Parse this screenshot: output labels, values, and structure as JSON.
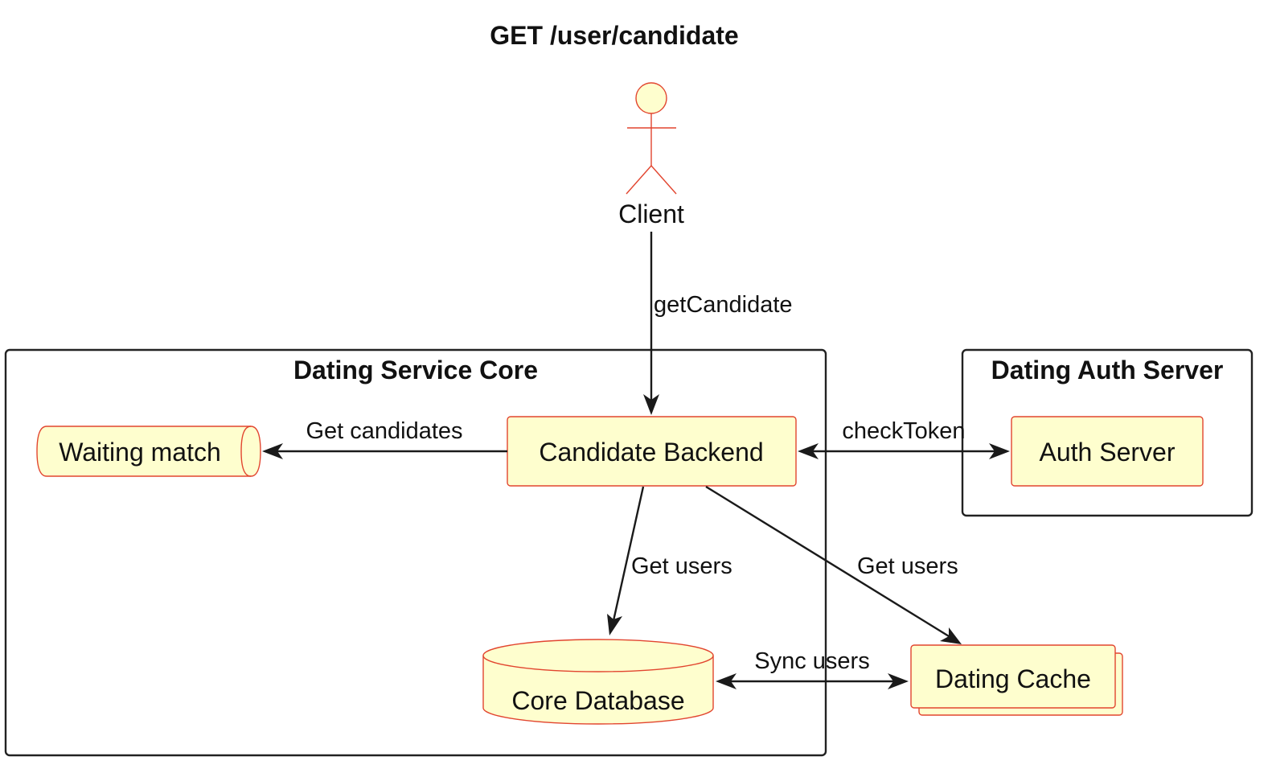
{
  "diagram": {
    "title": "GET /user/candidate",
    "packages": {
      "core": {
        "title": "Dating Service Core"
      },
      "auth": {
        "title": "Dating Auth Server"
      }
    },
    "nodes": {
      "client": {
        "label": "Client",
        "kind": "actor"
      },
      "candidate_backend": {
        "label": "Candidate Backend",
        "kind": "component"
      },
      "waiting_match": {
        "label": "Waiting match",
        "kind": "queue"
      },
      "core_database": {
        "label": "Core Database",
        "kind": "database"
      },
      "dating_cache": {
        "label": "Dating Cache",
        "kind": "collections"
      },
      "auth_server": {
        "label": "Auth Server",
        "kind": "component"
      }
    },
    "edges": {
      "get_candidate": {
        "label": "getCandidate",
        "from": "client",
        "to": "candidate_backend"
      },
      "get_candidates": {
        "label": "Get candidates",
        "from": "candidate_backend",
        "to": "waiting_match"
      },
      "check_token": {
        "label": "checkToken",
        "from": "candidate_backend",
        "to": "auth_server",
        "bidirectional": true
      },
      "get_users_db": {
        "label": "Get users",
        "from": "candidate_backend",
        "to": "core_database"
      },
      "get_users_cache": {
        "label": "Get users",
        "from": "candidate_backend",
        "to": "dating_cache"
      },
      "sync_users": {
        "label": "Sync users",
        "from": "core_database",
        "to": "dating_cache",
        "bidirectional": true
      }
    },
    "colors": {
      "node_fill": "#fefece",
      "node_border": "#e2452f",
      "edge": "#1a1a1a",
      "package_border": "#222222"
    }
  }
}
